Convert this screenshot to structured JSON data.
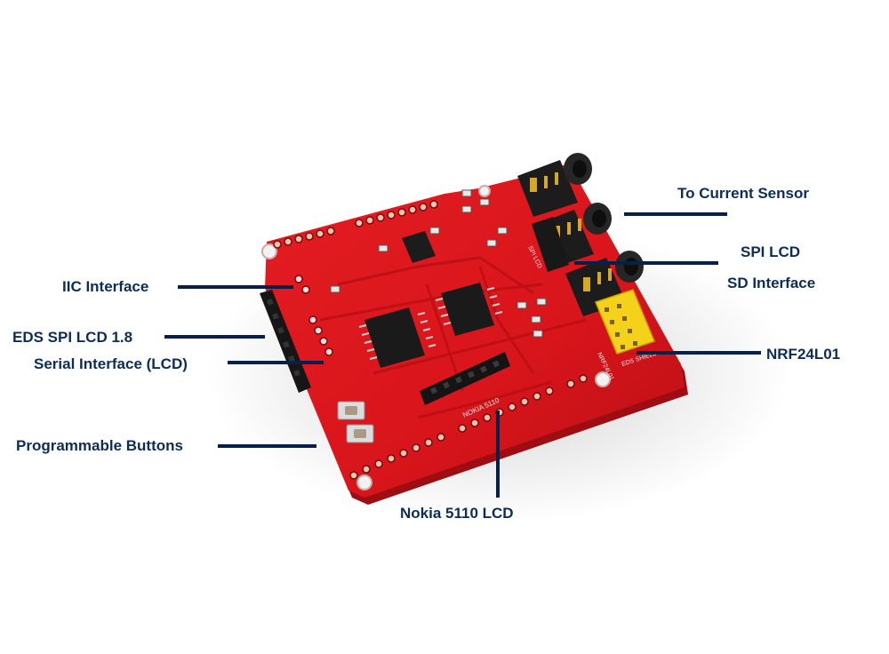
{
  "photo": {
    "subject": "shield-board",
    "colors": {
      "board": "#d8151b",
      "board_dark": "#a80f13",
      "header": "#141414",
      "jack": "#1c1c1c",
      "socket_yellow": "#f5d21a",
      "silkscreen": "#f4e7e7",
      "callout_text": "#0c2d58",
      "leader_line": "#06204a"
    },
    "board_markings": {
      "nokia_header": "NOKIA 5110",
      "nrf_socket": "NRF24L01",
      "jack_left": "SPI LCD",
      "shield": "EDS SHIELD"
    }
  },
  "callouts": {
    "to_current_sensor": "To Current Sensor",
    "spi_lcd": "SPI LCD",
    "sd_interface": "SD Interface",
    "nrf24l01": "NRF24L01",
    "iic_interface": "IIC Interface",
    "eds_spi_lcd": "EDS SPI LCD 1.8",
    "serial_interface": "Serial Interface (LCD)",
    "programmable_buttons": "Programmable Buttons",
    "nokia_lcd": "Nokia 5110 LCD"
  }
}
